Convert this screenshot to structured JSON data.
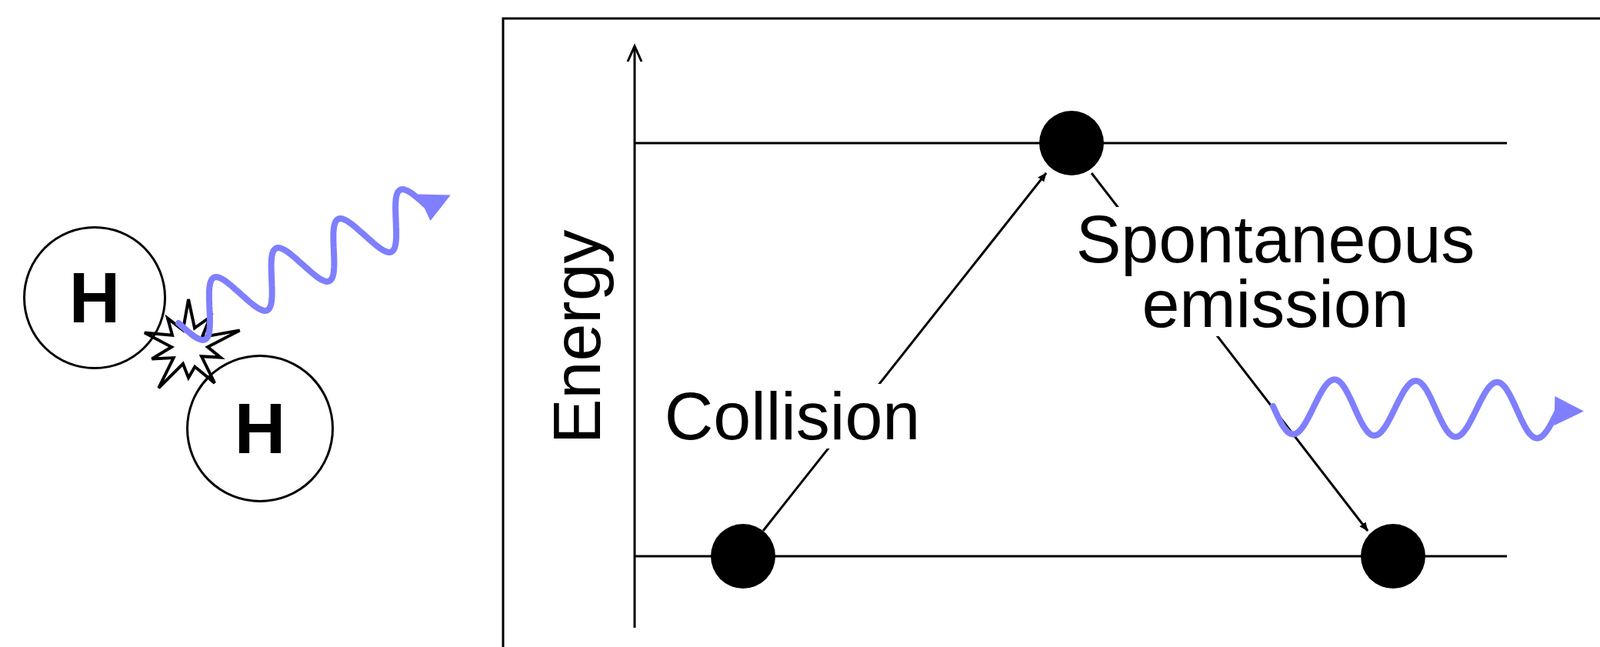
{
  "diagram": {
    "nodes": [
      {
        "text": [
          "H"
        ]
      },
      {
        "text": [
          "H"
        ]
      }
    ],
    "labels": [
      "Energy",
      "Collision",
      "Spontaneous emission"
    ]
  }
}
